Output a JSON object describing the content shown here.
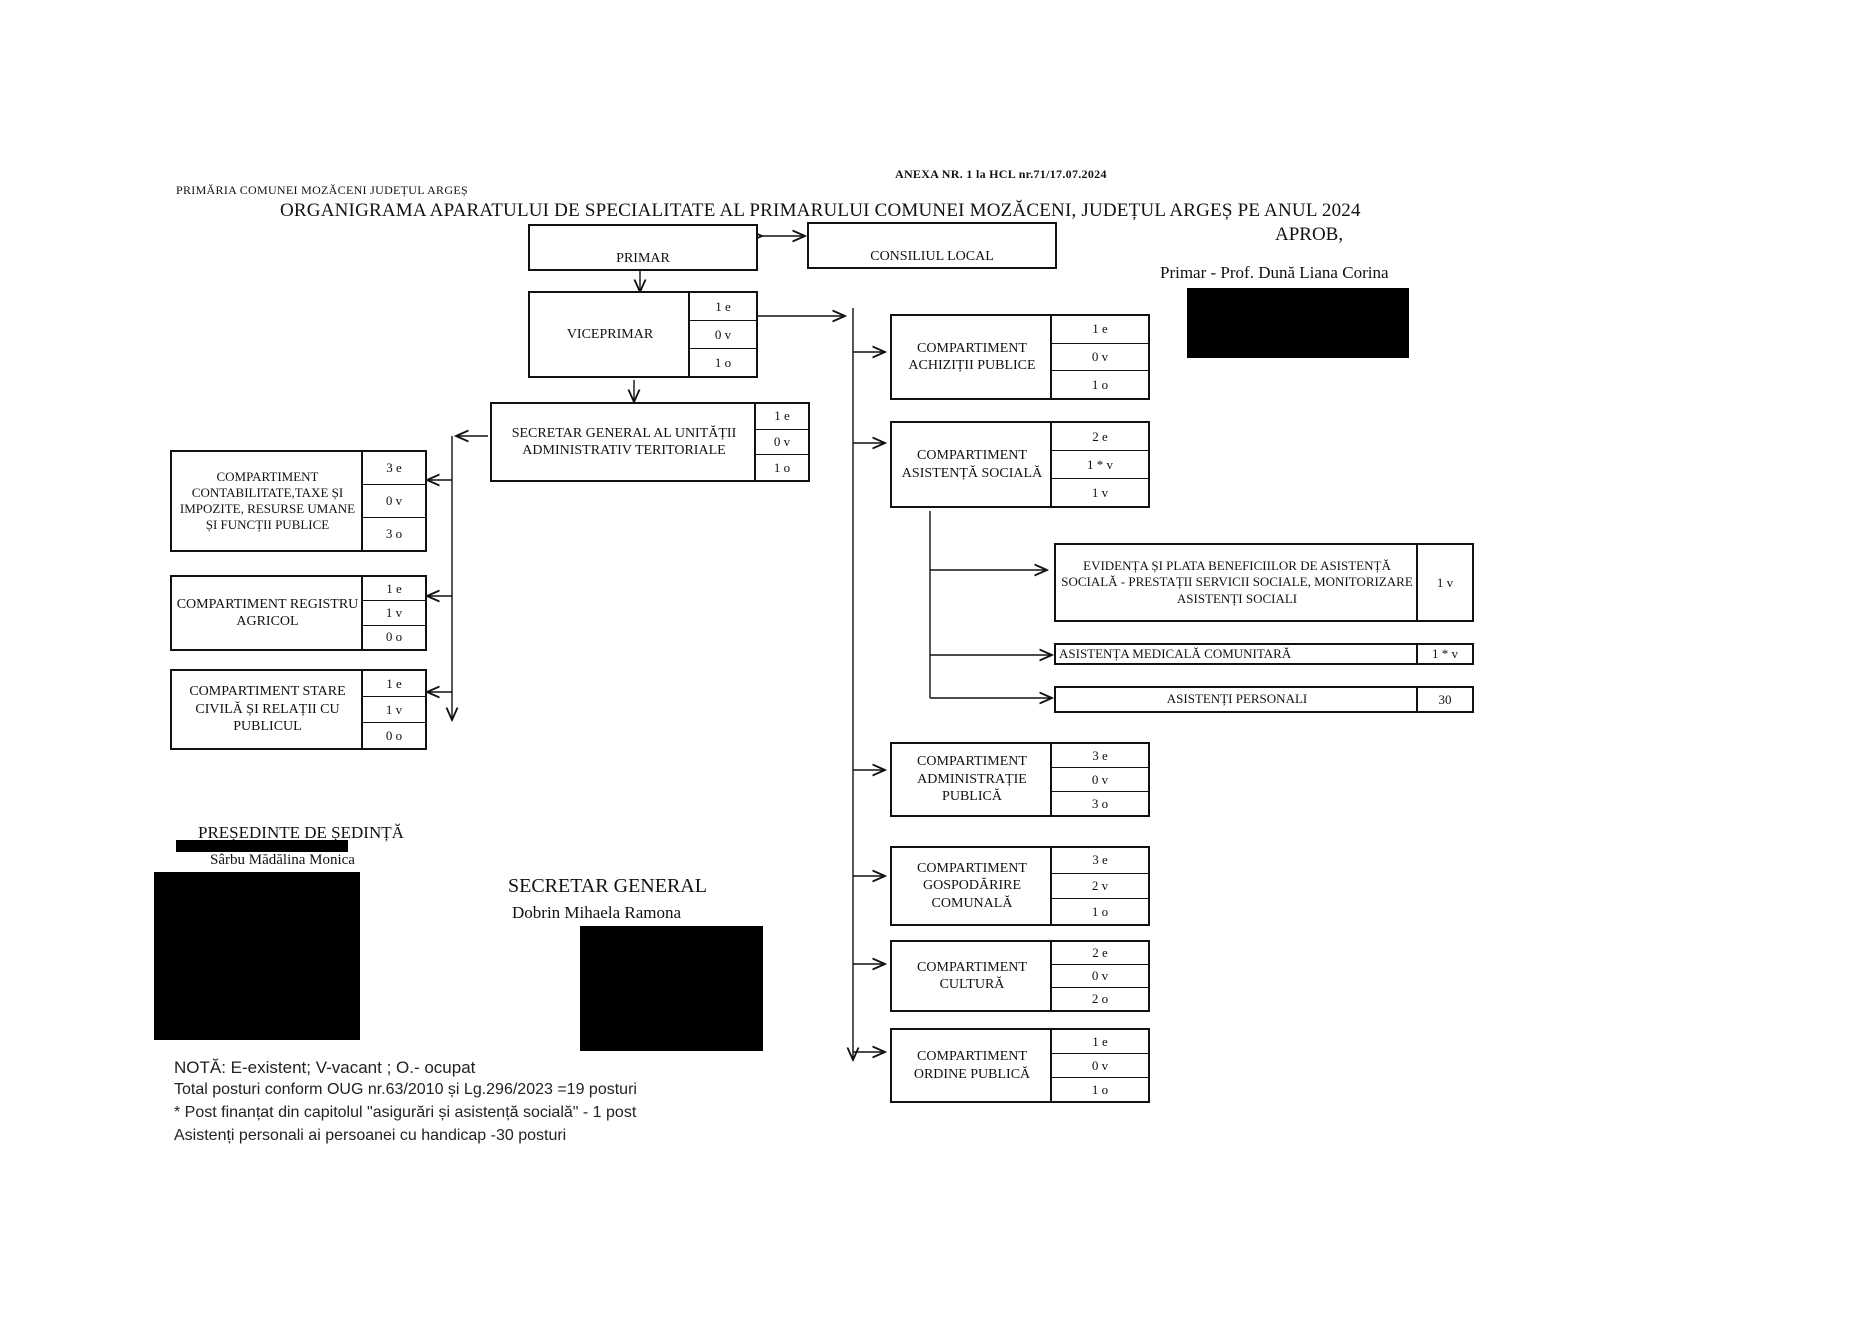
{
  "header": {
    "institution": "PRIMĂRIA COMUNEI MOZĂCENI JUDEȚUL ARGEȘ",
    "annex": "ANEXA NR. 1 la HCL nr.71/17.07.2024",
    "title": "ORGANIGRAMA APARATULUI DE SPECIALITATE AL PRIMARULUI COMUNEI MOZĂCENI, JUDEȚUL ARGEȘ PE ANUL 2024"
  },
  "approval": {
    "label": "APROB,",
    "signer": "Primar - Prof. Dună Liana Corina"
  },
  "top": {
    "primar": "PRIMAR",
    "consiliu": "CONSILIUL LOCAL"
  },
  "viceprimar": {
    "label": "VICEPRIMAR",
    "counts": [
      "1 e",
      "0 v",
      "1 o"
    ]
  },
  "secretar_box": {
    "label": "SECRETAR GENERAL AL UNITĂȚII ADMINISTRATIV TERITORIALE",
    "counts": [
      "1 e",
      "0 v",
      "1 o"
    ]
  },
  "left_compartments": [
    {
      "label": "COMPARTIMENT CONTABILITATE,TAXE ȘI IMPOZITE, RESURSE UMANE ȘI FUNCȚII PUBLICE",
      "counts": [
        "3 e",
        "0 v",
        "3 o"
      ]
    },
    {
      "label": "COMPARTIMENT REGISTRU AGRICOL",
      "counts": [
        "1 e",
        "1 v",
        "0 o"
      ]
    },
    {
      "label": "COMPARTIMENT STARE CIVILĂ ȘI RELAȚII CU PUBLICUL",
      "counts": [
        "1 e",
        "1 v",
        "0 o"
      ]
    }
  ],
  "right_compartments": [
    {
      "label": "COMPARTIMENT ACHIZIȚII PUBLICE",
      "counts": [
        "1 e",
        "0 v",
        "1 o"
      ]
    },
    {
      "label": "COMPARTIMENT ASISTENȚĂ SOCIALĂ",
      "counts": [
        "2 e",
        "1 * v",
        "1 v"
      ]
    },
    {
      "label": "COMPARTIMENT ADMINISTRAȚIE PUBLICĂ",
      "counts": [
        "3 e",
        "0 v",
        "3 o"
      ]
    },
    {
      "label": "COMPARTIMENT GOSPODĂRIRE COMUNALĂ",
      "counts": [
        "3 e",
        "2 v",
        "1 o"
      ]
    },
    {
      "label": "COMPARTIMENT CULTURĂ",
      "counts": [
        "2 e",
        "0 v",
        "2 o"
      ]
    },
    {
      "label": "COMPARTIMENT ORDINE PUBLICĂ",
      "counts": [
        "1 e",
        "0 v",
        "1 o"
      ]
    }
  ],
  "social_subunits": [
    {
      "label": "EVIDENȚA ȘI PLATA BENEFICIILOR DE ASISTENȚĂ SOCIALĂ - PRESTAȚII SERVICII SOCIALE, MONITORIZARE ASISTENȚI SOCIALI",
      "count": "1 v"
    },
    {
      "label": "ASISTENȚA MEDICALĂ COMUNITARĂ",
      "count": "1 * v"
    },
    {
      "label": "ASISTENȚI PERSONALI",
      "count": "30"
    }
  ],
  "signatures": {
    "president_title": "PREȘEDINTE DE ȘEDINȚĂ",
    "president_name": "Sârbu Mădălina Monica",
    "secretary_title": "SECRETAR GENERAL",
    "secretary_name": "Dobrin Mihaela Ramona"
  },
  "notes": [
    "NOTĂ: E-existent; V-vacant ; O.- ocupat",
    "Total posturi conform OUG nr.63/2010 și Lg.296/2023 =19 posturi",
    "* Post finanțat din capitolul \"asigurări și asistență socială\" - 1 post",
    "Asistenți personali ai persoanei cu handicap -30 posturi"
  ]
}
